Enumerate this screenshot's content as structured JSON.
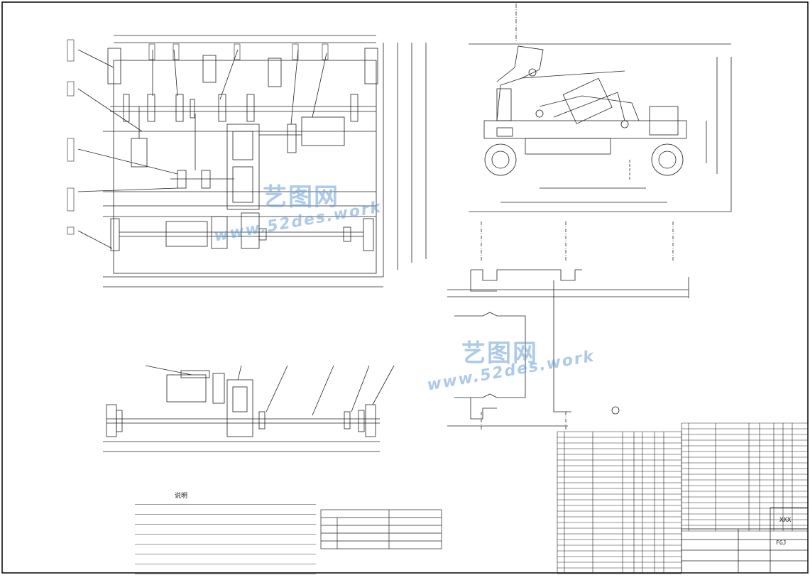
{
  "title_block": {
    "code_label": "XXX",
    "drawing_no": "FGJ"
  },
  "notes": {
    "heading": "说明"
  },
  "watermark": {
    "cn": "艺图网",
    "url": "www.52des.work",
    "color": "#6a9fd8"
  },
  "colors": {
    "line": "#222222",
    "frame": "#000000"
  }
}
